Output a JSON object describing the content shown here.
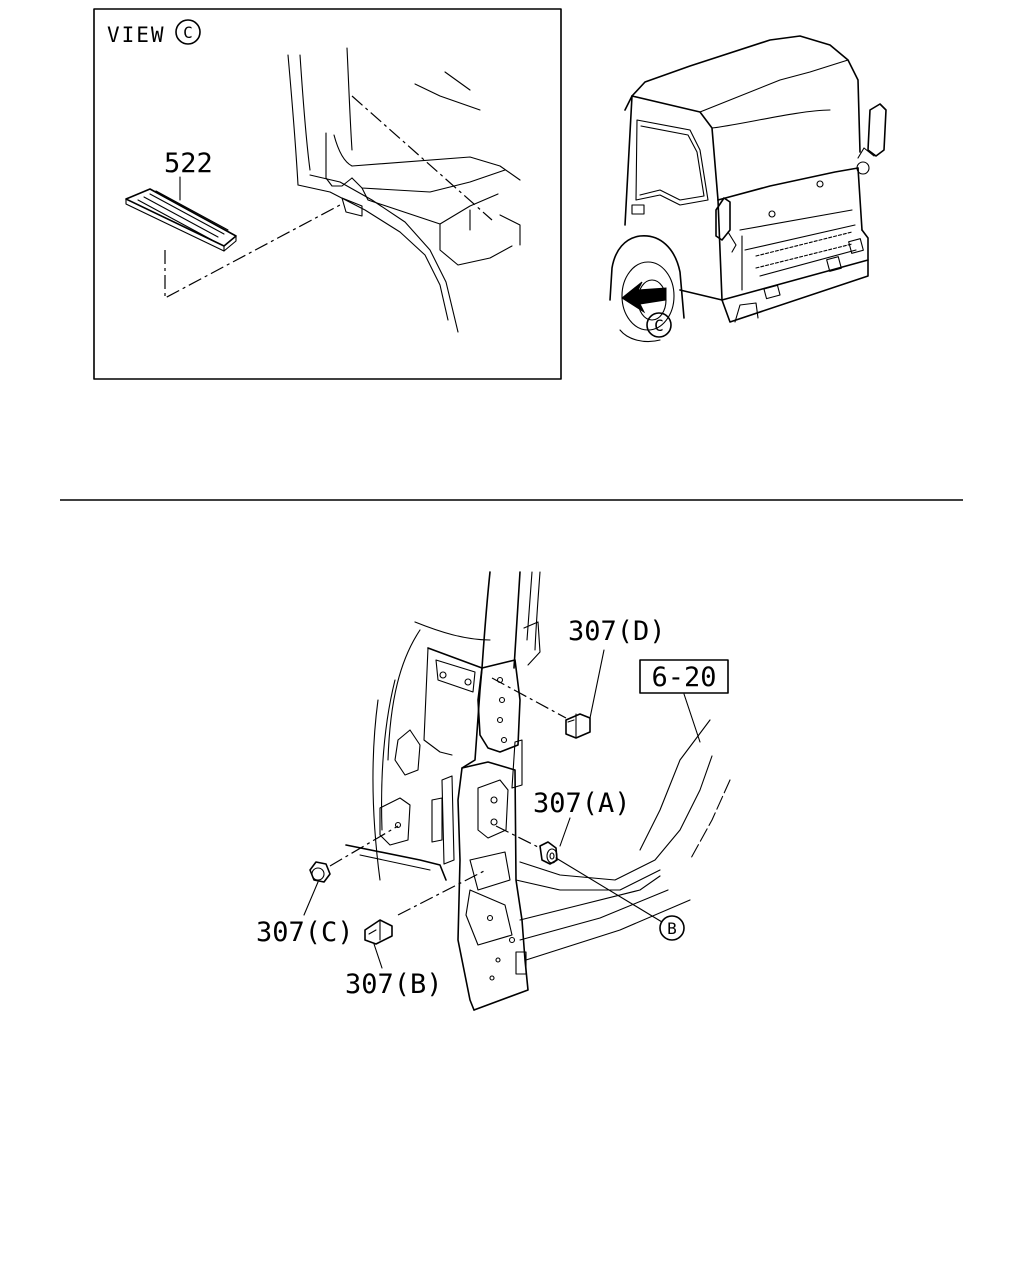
{
  "view_panel": {
    "view_label": "VIEW",
    "view_marker": "C",
    "part_number": "522"
  },
  "truck_overview": {
    "view_marker": "C"
  },
  "lower_assembly": {
    "callouts": {
      "p307d": "307(D)",
      "p307a": "307(A)",
      "p307c": "307(C)",
      "p307b": "307(B)"
    },
    "reference_box": "6-20",
    "marker_b": "B"
  }
}
